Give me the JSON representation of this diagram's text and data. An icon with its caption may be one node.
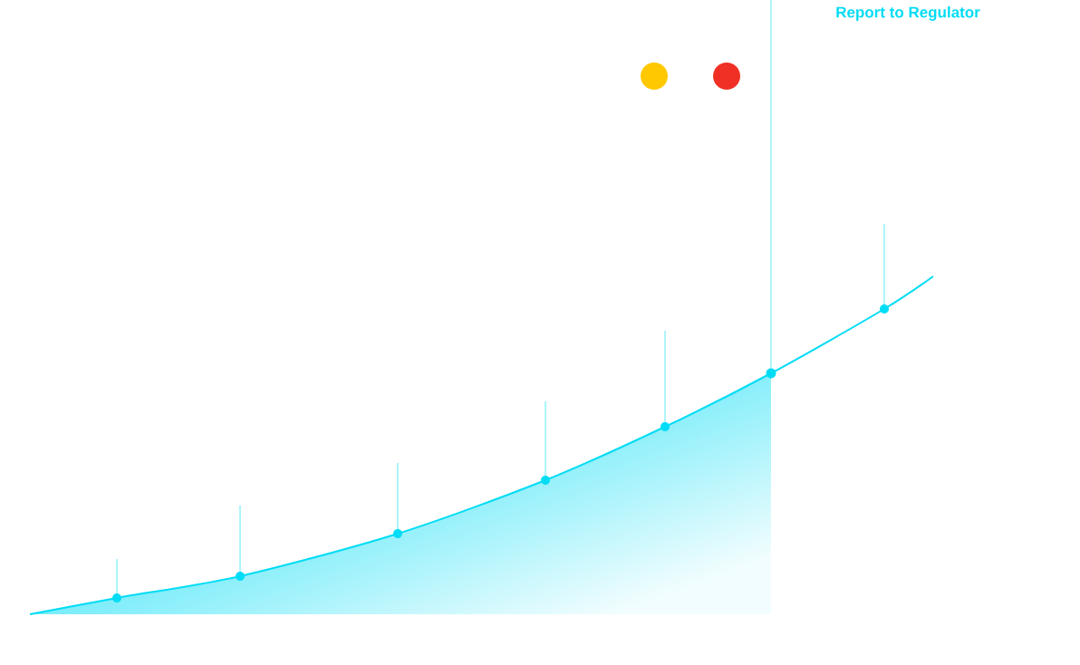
{
  "diagram": {
    "nodes": [
      {
        "text": [
          "Report to Regulator"
        ]
      },
      {
        "text": [],
        "shape": "circle"
      }
    ],
    "edges": [
      {
        "from": 0,
        "to": 1,
        "arrow": "none"
      }
    ]
  }
}
